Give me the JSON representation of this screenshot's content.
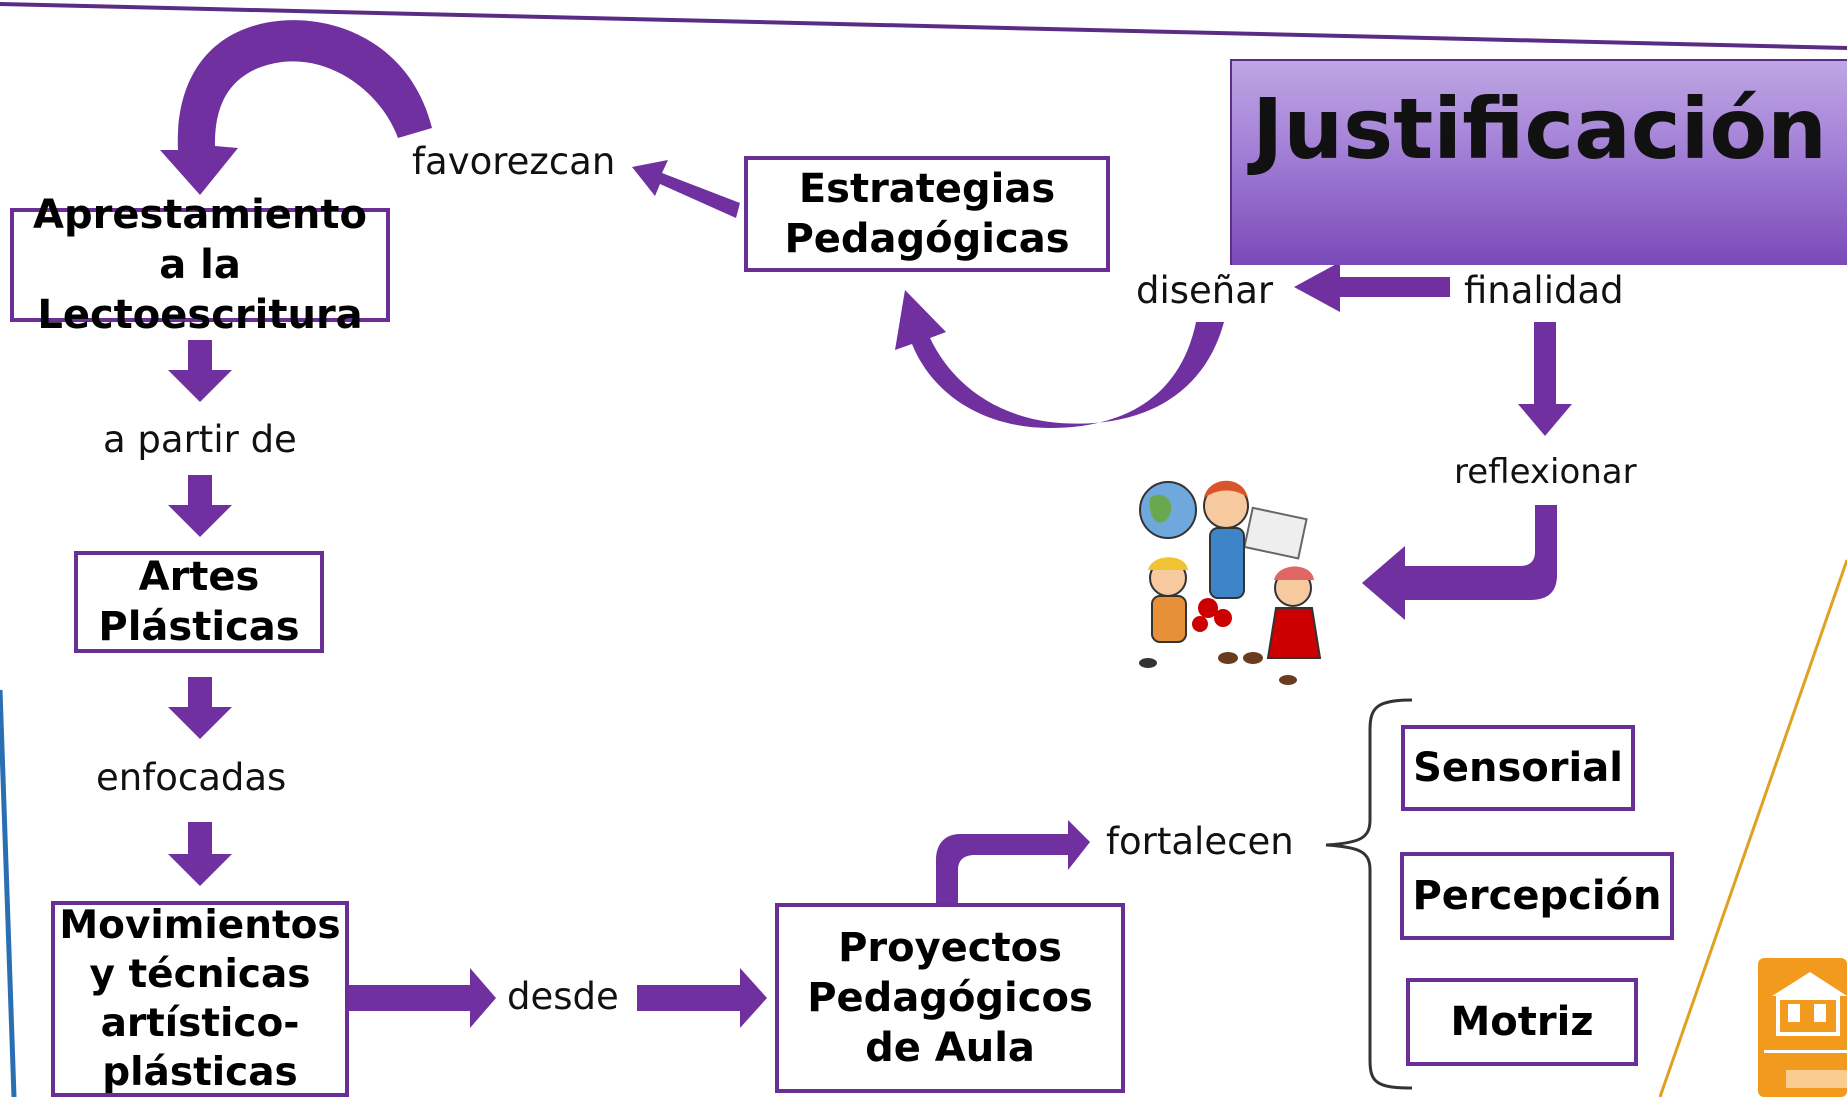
{
  "title": "Justificación",
  "boxes": {
    "apprest": "Apresta­miento a la Lectoescritura",
    "estrategias": "Estrategias Pedagógicas",
    "artes": "Artes Plásticas",
    "movimientos": "Movimientos y técnicas artístico-plásticas",
    "proyectos": "Proyectos Pedagógicos de Aula",
    "sensorial": "Sensorial",
    "percepcion": "Percepción",
    "motriz": "Motriz"
  },
  "connectors": {
    "favorezcan": "favorezcan",
    "disenar": "diseñar",
    "finalidad": "finalidad",
    "reflexionar": "reflexionar",
    "a_partir_de": "a partir de",
    "enfocadas": "enfocadas",
    "desde": "desde",
    "fortalecen": "fortalecen"
  },
  "colors": {
    "accent": "#7030a0",
    "box_border": "#6a2f96",
    "frame_line": "#5b2c83",
    "orange_line": "#e0a020"
  },
  "icons": [
    "children-with-globe-clipart",
    "university-logo"
  ]
}
